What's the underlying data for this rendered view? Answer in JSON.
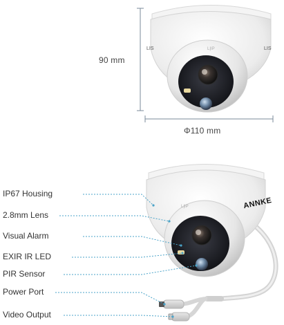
{
  "dimensions": {
    "height": "90 mm",
    "diameter": "Φ110 mm"
  },
  "product": {
    "brand": "ANNKE",
    "side_marks": [
      "LIS",
      "LIS"
    ]
  },
  "callouts": [
    "IP67 Housing",
    "2.8mm Lens",
    "Visual Alarm",
    "EXIR IR LED",
    "PIR Sensor",
    "Power Port",
    "Video Output"
  ],
  "colors": {
    "dimension_line": "#7a8a9a",
    "callout_line": "#4aa3c8",
    "housing_white": "#f2f2f2",
    "lens_black": "#1b1c22"
  }
}
